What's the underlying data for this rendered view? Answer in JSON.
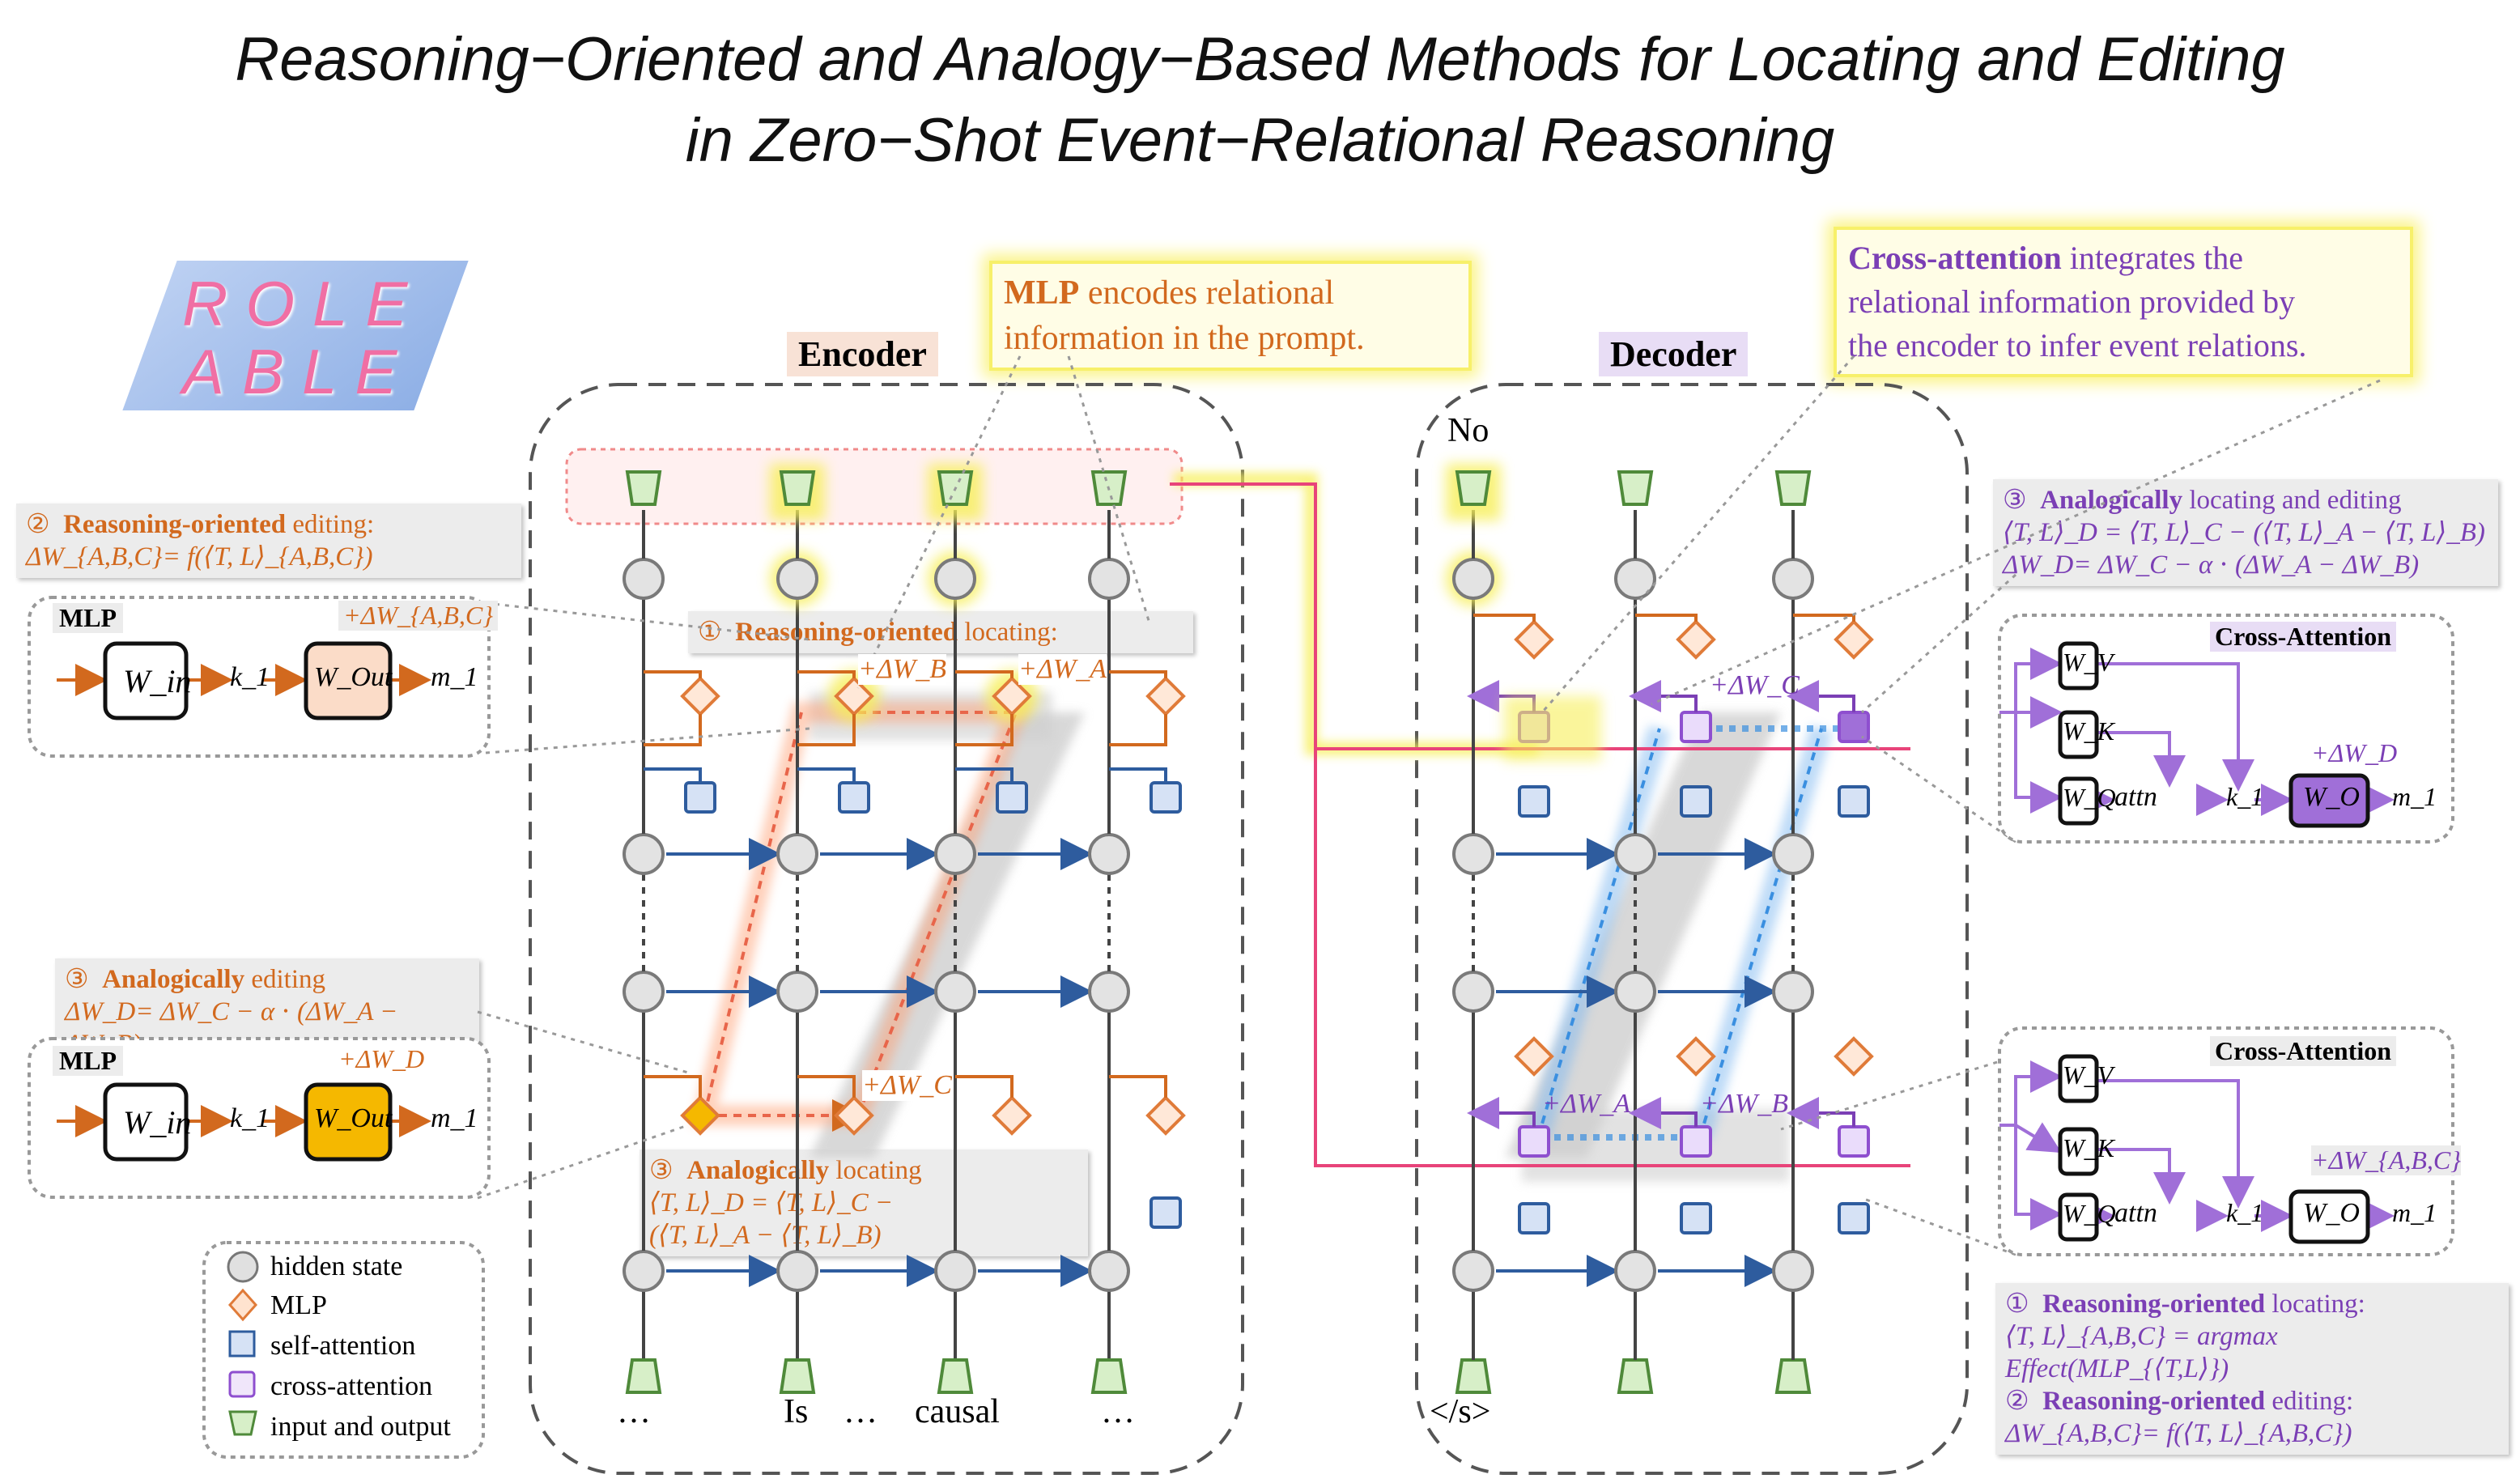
{
  "title": {
    "line1": "Reasoning−Oriented and Analogy−Based Methods for Locating and Editing",
    "line2": "in Zero−Shot Event−Relational Reasoning"
  },
  "logo": {
    "line1": "ROLE",
    "line2": "ABLE"
  },
  "sections": {
    "encoder": "Encoder",
    "decoder": "Decoder"
  },
  "callouts": {
    "mlp_bold": "MLP",
    "mlp_rest": " encodes relational",
    "mlp_line2": "information in the prompt.",
    "cross_bold": "Cross-attention",
    "cross_rest": " integrates the",
    "cross_line2": "relational information provided by",
    "cross_line3": "the encoder to infer event relations."
  },
  "tokens": {
    "enc": [
      "…",
      "Is",
      "…",
      "causal",
      "…"
    ],
    "dec_in": "</s>",
    "dec_out": "No"
  },
  "left_notes": {
    "reasoning_editing": {
      "num": "②",
      "bold": "Reasoning-oriented",
      "rest": " editing:",
      "formula": "ΔW_{A,B,C}= f(⟨T, L⟩_{A,B,C})"
    },
    "analogical_editing": {
      "num": "③",
      "bold": "Analogically",
      "rest": " editing",
      "formula": "ΔW_D= ΔW_C − α ⋅ (ΔW_A − ΔW_B)"
    },
    "reasoning_locating": {
      "num": "①",
      "bold": "Reasoning-oriented",
      "rest": " locating:"
    },
    "analogical_locating": {
      "num": "③",
      "bold": "Analogically",
      "rest": " locating",
      "formula1": "⟨T, L⟩_D = ⟨T, L⟩_C −",
      "formula2": "(⟨T, L⟩_A − ⟨T, L⟩_B)"
    }
  },
  "right_notes": {
    "analogical": {
      "num": "③",
      "bold": "Analogically",
      "rest": " locating and editing",
      "formula1": "⟨T, L⟩_D = ⟨T, L⟩_C − (⟨T, L⟩_A − ⟨T, L⟩_B)",
      "formula2": "ΔW_D= ΔW_C − α ⋅ (ΔW_A − ΔW_B)"
    },
    "reasoning": {
      "num1": "①",
      "bold1": "Reasoning-oriented",
      "rest1": " locating:",
      "formula1": "⟨T, L⟩_{A,B,C} = argmax Effect(MLP_{⟨T,L⟩})",
      "num2": "②",
      "bold2": "Reasoning-oriented",
      "rest2": " editing:",
      "formula2": "ΔW_{A,B,C}= f(⟨T, L⟩_{A,B,C})"
    }
  },
  "boxes": {
    "mlp_title": "MLP",
    "w_in": "W_in",
    "w_out": "W_Out",
    "k1": "k_1",
    "m1": "m_1",
    "delta_abc": "+ΔW_{A,B,C}",
    "delta_d": "+ΔW_D",
    "cross_title": "Cross-Attention",
    "w_v": "W_V",
    "w_k": "W_K",
    "w_q": "W_Q",
    "w_o": "W_O",
    "attn": "attn"
  },
  "deltas": {
    "a": "+ΔW_A",
    "b": "+ΔW_B",
    "c": "+ΔW_C"
  },
  "legend": [
    "hidden state",
    "MLP",
    "self-attention",
    "cross-attention",
    "input and output"
  ],
  "colors": {
    "orange": "#d2691e",
    "purple": "#7b3fb5",
    "blue": "#2e5c9e",
    "yellow_glow": "#fbf48a",
    "pink_line": "#e8447a",
    "gold": "#f5b800",
    "violet_fill": "#a06fd8"
  }
}
